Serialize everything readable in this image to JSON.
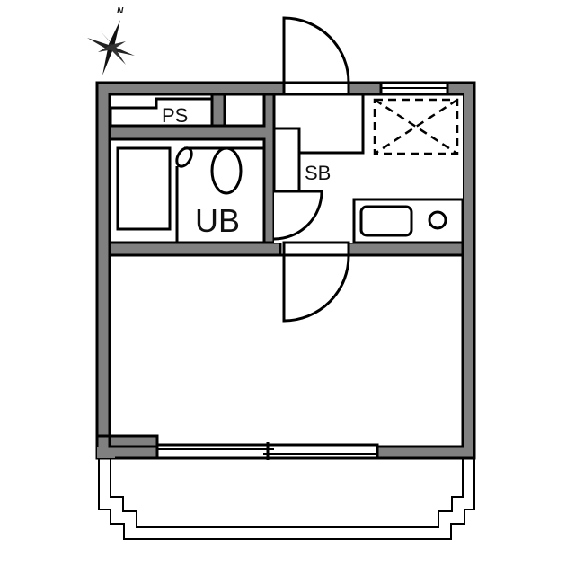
{
  "compass": {
    "north_label": "N",
    "icon": "compass-rose-icon"
  },
  "rooms": {
    "ps": {
      "label": "PS"
    },
    "unit_bath": {
      "label": "UB"
    },
    "shoe_box": {
      "label": "SB"
    },
    "main_room": {
      "label": ""
    },
    "balcony": {
      "label": ""
    }
  },
  "colors": {
    "wall": "#808080",
    "line": "#000000",
    "background": "#ffffff"
  }
}
